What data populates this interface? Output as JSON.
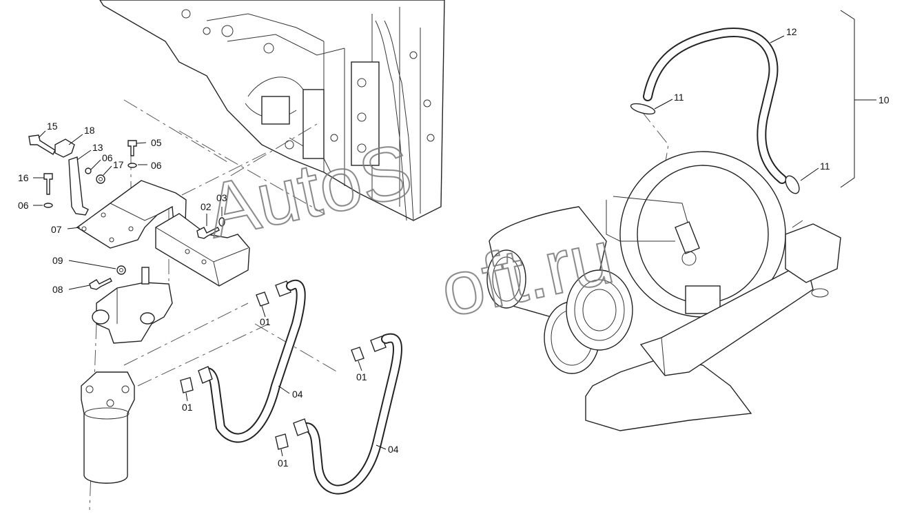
{
  "watermark": {
    "line1": "AutoS",
    "line2": "oft.ru"
  },
  "labels": [
    {
      "id": "15",
      "text": "15"
    },
    {
      "id": "18",
      "text": "18"
    },
    {
      "id": "13",
      "text": "13"
    },
    {
      "id": "05",
      "text": "05"
    },
    {
      "id": "06a",
      "text": "06"
    },
    {
      "id": "17",
      "text": "17"
    },
    {
      "id": "06b",
      "text": "06"
    },
    {
      "id": "16",
      "text": "16"
    },
    {
      "id": "06c",
      "text": "06"
    },
    {
      "id": "02",
      "text": "02"
    },
    {
      "id": "03",
      "text": "03"
    },
    {
      "id": "07",
      "text": "07"
    },
    {
      "id": "09",
      "text": "09"
    },
    {
      "id": "08",
      "text": "08"
    },
    {
      "id": "01a",
      "text": "01"
    },
    {
      "id": "01b",
      "text": "01"
    },
    {
      "id": "01c",
      "text": "01"
    },
    {
      "id": "01d",
      "text": "01"
    },
    {
      "id": "04a",
      "text": "04"
    },
    {
      "id": "04b",
      "text": "04"
    },
    {
      "id": "12",
      "text": "12"
    },
    {
      "id": "11a",
      "text": "11"
    },
    {
      "id": "11b",
      "text": "11"
    },
    {
      "id": "10",
      "text": "10"
    }
  ]
}
